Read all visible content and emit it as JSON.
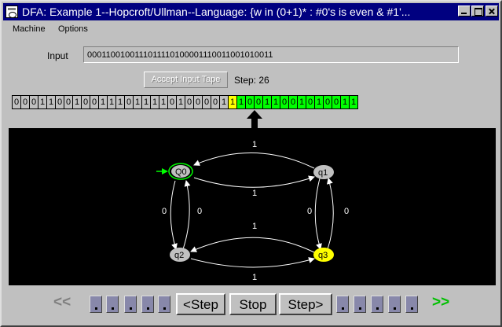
{
  "window": {
    "title": "DFA: Example 1--Hopcroft/Ullman--Language: {w in (0+1)* : #0's is even & #1'..."
  },
  "menu": [
    "Machine",
    "Options"
  ],
  "input": {
    "label": "Input",
    "value": "0001100100111011110100001110011001010011"
  },
  "accept_button": "Accept Input Tape",
  "step": "Step: 26",
  "tape": {
    "read": [
      "0",
      "0",
      "0",
      "1",
      "1",
      "0",
      "0",
      "1",
      "0",
      "0",
      "1",
      "1",
      "1",
      "0",
      "1",
      "1",
      "1",
      "1",
      "0",
      "1",
      "0",
      "0",
      "0",
      "0",
      "1"
    ],
    "current": "1",
    "unread": [
      "1",
      "0",
      "0",
      "1",
      "1",
      "0",
      "0",
      "1",
      "0",
      "1",
      "0",
      "0",
      "1",
      "1"
    ]
  },
  "dfa": {
    "states": [
      {
        "id": "q0",
        "label": "Q0",
        "start": true,
        "accepting": true,
        "active": false
      },
      {
        "id": "q1",
        "label": "q1",
        "start": false,
        "accepting": false,
        "active": false
      },
      {
        "id": "q2",
        "label": "q2",
        "start": false,
        "accepting": false,
        "active": false
      },
      {
        "id": "q3",
        "label": "q3",
        "start": false,
        "accepting": false,
        "active": true
      }
    ],
    "transition_labels": {
      "q0_q1": "1",
      "q1_q0": "1",
      "q0_q2": "0",
      "q2_q0": "0",
      "q1_q3": "0",
      "q3_q1": "0",
      "q2_q3": "1",
      "q3_q2": "1"
    },
    "colors": {
      "background": "#000000",
      "state_fill": "#c0c0c0",
      "active_fill": "#ffff00",
      "start_accept": "#00ff00",
      "edge": "#ffffff"
    }
  },
  "controls": {
    "rewind": "<<",
    "prev": "<Step",
    "stop": "Stop",
    "next": "Step>",
    "forward": ">>"
  }
}
